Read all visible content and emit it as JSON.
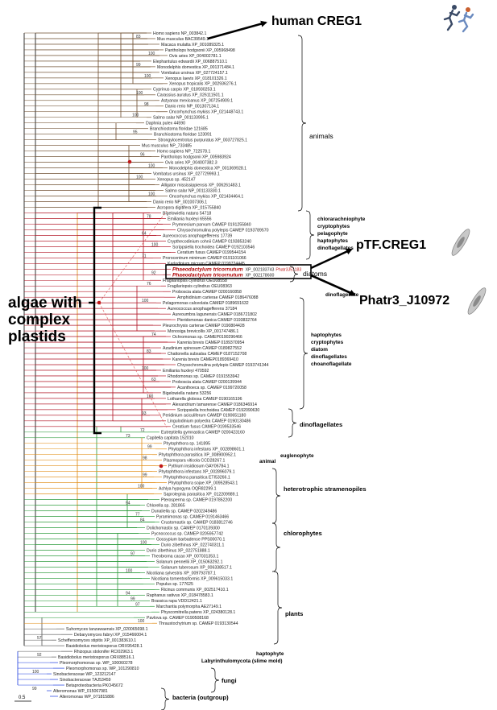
{
  "callouts": {
    "human": "human CREG1",
    "ptf": "pTF.CREG1",
    "phatr": "Phatr3_J10972",
    "algae": [
      "algae with",
      "complex",
      "plastids"
    ]
  },
  "colors": {
    "animals": "#6b4a2a",
    "algae": "#b01020",
    "green": "#2a9a3a",
    "oomycete": "#e08a10",
    "fungi": "#555555",
    "bacteria": "#1a3adf",
    "stem": "#000000"
  },
  "groups": [
    {
      "text": "animals",
      "style": "grp"
    },
    {
      "text": "chlorarachniophyte",
      "style": "grp-s"
    },
    {
      "text": "cryptophytes",
      "style": "grp-s"
    },
    {
      "text": "pelagophyte",
      "style": "grp-s"
    },
    {
      "text": "haptophytes",
      "style": "grp-s"
    },
    {
      "text": "dinoflagellates",
      "style": "grp-s"
    },
    {
      "text": "diatoms",
      "style": "grp"
    },
    {
      "text": "dinoflagellate",
      "style": "grp-s"
    },
    {
      "text": "haptophytes",
      "style": "grp-s"
    },
    {
      "text": "cryptophytes",
      "style": "grp-s"
    },
    {
      "text": "diatom",
      "style": "grp-s"
    },
    {
      "text": "dinoflagellates",
      "style": "grp-s"
    },
    {
      "text": "choanoflagellate",
      "style": "grp-s"
    },
    {
      "text": "dinoflagellates",
      "style": "grp-b"
    },
    {
      "text": "euglenophyte",
      "style": "grp-s"
    },
    {
      "text": "animal",
      "style": "grp-s"
    },
    {
      "text": "heterotrophic stramenopiles",
      "style": "grp-b"
    },
    {
      "text": "chlorophytes",
      "style": "grp-b"
    },
    {
      "text": "plants",
      "style": "grp-b"
    },
    {
      "text": "haptophyte",
      "style": "grp-s"
    },
    {
      "text": "Labyrinthulomycota (slime mold)",
      "style": "grp-s"
    },
    {
      "text": "fungi",
      "style": "grp-b"
    },
    {
      "text": "bacteria (outgroup)",
      "style": "grp-b"
    }
  ],
  "scale_label": "0.5",
  "leaves": [
    {
      "t": "Homo sapiens NP_003842.1",
      "c": "animals"
    },
    {
      "t": "Mus musculus BAC39549.1",
      "c": "animals"
    },
    {
      "t": "Macaca mulatta XP_001089325.1",
      "c": "animals"
    },
    {
      "t": "Pantholops hodgsonii XP_005968498",
      "c": "animals"
    },
    {
      "t": "Ovis aries XP_004002781.1",
      "c": "animals"
    },
    {
      "t": "Elephantulus edwardii XP_006887510.1",
      "c": "animals"
    },
    {
      "t": "Monodelphis domestica XP_001371484.1",
      "c": "animals"
    },
    {
      "t": "Vombatus ursinus XP_027724157.1",
      "c": "animals"
    },
    {
      "t": "Xenopus laevis XP_018101326.1",
      "c": "animals"
    },
    {
      "t": "Xenopus tropicalis XP_002936276.1",
      "c": "animals"
    },
    {
      "t": "Cyprinus carpio XP_018930253.1",
      "c": "animals"
    },
    {
      "t": "Carassius auratus XP_026111501.1",
      "c": "animals"
    },
    {
      "t": "Astyanax mexicanus XP_007254909.1",
      "c": "animals"
    },
    {
      "t": "Danio rerio NP_001307134.1",
      "c": "animals"
    },
    {
      "t": "Oncorhynchus mykiss XP_021448743.1",
      "c": "animals"
    },
    {
      "t": "Salmo salar NP_001133995.1",
      "c": "animals"
    },
    {
      "t": "Daphnia pulex 44590",
      "c": "animals"
    },
    {
      "t": "Branchiostoma floridae 121685",
      "c": "animals"
    },
    {
      "t": "Branchiostoma floridae 123091",
      "c": "animals"
    },
    {
      "t": "Strongylocentrotus purpuratus XP_003727825.1",
      "c": "animals"
    },
    {
      "t": "Mus musculus NP_733485",
      "c": "animals"
    },
    {
      "t": "Homo sapiens NP_722578.1",
      "c": "animals"
    },
    {
      "t": "Pantholops hodgsonii XP_005983924",
      "c": "animals"
    },
    {
      "t": "Ovis aries XP_004007382.3",
      "c": "animals"
    },
    {
      "t": "Monodelphis domestica XP_001369928.1",
      "c": "animals"
    },
    {
      "t": "Vombatus ursinus XP_027729993.1",
      "c": "animals"
    },
    {
      "t": "Xenopus sp. 452147",
      "c": "animals"
    },
    {
      "t": "Alligator mississippiensis XP_006261483.1",
      "c": "animals"
    },
    {
      "t": "Salmo salar NP_001133330.1",
      "c": "animals"
    },
    {
      "t": "Oncorhynchus mykiss XP_021434464.1",
      "c": "animals"
    },
    {
      "t": "Danio rerio NP_001007306.1",
      "c": "animals"
    },
    {
      "t": "Acropora digitifera XP_015755840",
      "c": "animals"
    },
    {
      "t": "Bigelowiella natans 54718",
      "c": "algae"
    },
    {
      "t": "Emiliania huxleyi 65556",
      "c": "algae"
    },
    {
      "t": "Prymnesium parvum CAMEP 0191255840",
      "c": "algae"
    },
    {
      "t": "Chrysochromulina polylepis CAMEP 0193789570",
      "c": "algae"
    },
    {
      "t": "Aureococcus anophagefferens 17739",
      "c": "algae"
    },
    {
      "t": "Crypthecodinium cohnii CAMEP 0193853240",
      "c": "algae"
    },
    {
      "t": "Scrippsiella trochoidea CAMEP 0192103546",
      "c": "algae"
    },
    {
      "t": "Ceratium fusus CAMEP 0199544154",
      "c": "algae"
    },
    {
      "t": "Prorocentrum minimum CAMEP 0191101066",
      "c": "algae"
    },
    {
      "t": "Karlodinium micrum CAMEP 0199724445",
      "c": "algae"
    },
    {
      "t": "Phaeodactylum tricornutum",
      "c": "hl",
      "acc": "XP_002183743",
      "extra": "Phatr3J51183"
    },
    {
      "t": "Phaeodactylum tricornutum",
      "c": "hl",
      "acc": "XP_002178600",
      "extra": ""
    },
    {
      "t": "Fragilariopsis cylindrus OEU08558",
      "c": "algae"
    },
    {
      "t": "Fragilariopsis cylindrus OEU08363",
      "c": "algae"
    },
    {
      "t": "Proboscia alata CAMEP 0200160858",
      "c": "algae"
    },
    {
      "t": "Amphidinium carterae CAMEP 0186476088",
      "c": "algae"
    },
    {
      "t": "Pelagomonas calceolata CAMEP 0189691632",
      "c": "algae"
    },
    {
      "t": "Aureococcus anophagefferens 37184",
      "c": "algae"
    },
    {
      "t": "Aureoumbra lagunensis CAMEP 0186721802",
      "c": "algae"
    },
    {
      "t": "Pteridomonas danica CAMEP 0193832764",
      "c": "algae"
    },
    {
      "t": "Pleurochrysis carterae CAMEP 0190804428",
      "c": "algae"
    },
    {
      "t": "Monosiga brevicollis XP_001747486.1",
      "c": "algae"
    },
    {
      "t": "Ochromonas sp. CAMEP0190296466",
      "c": "algae"
    },
    {
      "t": "Karenia brevis CAMEP 0189370954",
      "c": "algae"
    },
    {
      "t": "Azadinium spinosum CAMEP 0189827552",
      "c": "algae"
    },
    {
      "t": "Chattonella subsalsa CAMEP 0187152708",
      "c": "algae"
    },
    {
      "t": "Karenia brevis CAMEP0189369410",
      "c": "algae"
    },
    {
      "t": "Chrysochromulina polylepis CAMEP 0193741344",
      "c": "algae"
    },
    {
      "t": "Emiliania huxleyi 470592",
      "c": "algae"
    },
    {
      "t": "Rhodomonas sp. CAMEP 0191553942",
      "c": "algae"
    },
    {
      "t": "Proboscia alata CAMEP 0200139944",
      "c": "algae"
    },
    {
      "t": "Acanthoeca sp. CAMEP 0199720058",
      "c": "algae"
    },
    {
      "t": "Bigelowiella natans 53256",
      "c": "algae"
    },
    {
      "t": "Lotharella globosa CAMEP 0190165196",
      "c": "algae"
    },
    {
      "t": "Alexandrium tamarense CAMEP 0186346914",
      "c": "algae"
    },
    {
      "t": "Scrippsiella trochoidea CAMEP 0192090630",
      "c": "algae"
    },
    {
      "t": "Peridinium aciculiferum CAMEP 0190651180",
      "c": "algae"
    },
    {
      "t": "Lingulodinium polyedra CAMEP 0190130486",
      "c": "algae"
    },
    {
      "t": "Ceratium fusus CAMEP 0199533546",
      "c": "algae"
    },
    {
      "t": "Eutreptiella gymnastica CAMEP 0200423160",
      "c": "green"
    },
    {
      "t": "Capitella capitata 152010",
      "c": "green"
    },
    {
      "t": "Phytophthora sp. 141895",
      "c": "oomycete"
    },
    {
      "t": "Phytophthora infestans XP_002898601.1",
      "c": "oomycete"
    },
    {
      "t": "Phytophthora parasitica XP_008900952.1",
      "c": "oomycete"
    },
    {
      "t": "Plasmopara viticola CCD28267.1",
      "c": "oomycete"
    },
    {
      "t": "Pythium insidiosum GAY06784.1",
      "c": "oomycete"
    },
    {
      "t": "Phytophthora infestans XP_002896079.1",
      "c": "oomycete"
    },
    {
      "t": "Phytophthora parasitica ETI53266.1",
      "c": "oomycete"
    },
    {
      "t": "Phytophthora sojae XP_009528543.1",
      "c": "oomycete"
    },
    {
      "t": "Achlya hypogyna OQR82299.1",
      "c": "oomycete"
    },
    {
      "t": "Saprolegnia parasitica XP_012209989.1",
      "c": "oomycete"
    },
    {
      "t": "Pterosperma sp. CAMEP 0197852200",
      "c": "green"
    },
    {
      "t": "Chlorella sp. 281865",
      "c": "green"
    },
    {
      "t": "Dunaliella sp. CAMEP 0202349486",
      "c": "green"
    },
    {
      "t": "Pyramimonas sp. CAMEP 0191463466",
      "c": "green"
    },
    {
      "t": "Crustomastix sp. CAMEP 0183812746",
      "c": "green"
    },
    {
      "t": "Dolichomastix sp. CAMEP 0170139300",
      "c": "green"
    },
    {
      "t": "Pycnococcus sp. CAMEP 0205957742",
      "c": "green"
    },
    {
      "t": "Gossypium barbadense PPS00070.1",
      "c": "green"
    },
    {
      "t": "Durio zibethinus XP_022740311.1",
      "c": "green"
    },
    {
      "t": "Durio zibethinus XP_022751888.1",
      "c": "green"
    },
    {
      "t": "Theobroma cacao XP_007031353.1",
      "c": "green"
    },
    {
      "t": "Solanum pennellii XP_015063292.1",
      "c": "green"
    },
    {
      "t": "Solanum tuberosum XP_006338517.1",
      "c": "green"
    },
    {
      "t": "Nicotiana sylvestris XP_009793787.1",
      "c": "green"
    },
    {
      "t": "Nicotiana tomentosiformis XP_009615033.1",
      "c": "green"
    },
    {
      "t": "Populus sp. 177625",
      "c": "green"
    },
    {
      "t": "Ricinus communis XP_002517410.1",
      "c": "green"
    },
    {
      "t": "Raphanus sativus XP_018478583.1",
      "c": "green"
    },
    {
      "t": "Brassica rapa VDD12421.1",
      "c": "green"
    },
    {
      "t": "Marchantia polymorpha AE27149.1",
      "c": "green"
    },
    {
      "t": "Physcomitrella patens XP_024380128.1",
      "c": "green"
    },
    {
      "t": "Pavlova sp. CAMEP 0190508168",
      "c": "green"
    },
    {
      "t": "Thraustochytrium sp. CAMEP 0193130544",
      "c": "oomycete"
    },
    {
      "t": "Suhomyces tanzawaensis XP_020065698.1",
      "c": "fungi"
    },
    {
      "t": "Debaryomyces fabryi XP_015466004.1",
      "c": "fungi"
    },
    {
      "t": "Scheffersomyces stipitis XP_001383610.1",
      "c": "fungi"
    },
    {
      "t": "Basidiobolus meristosporus ORX95428.1",
      "c": "fungi"
    },
    {
      "t": "Rhizopus stolonifer RCI02963.1",
      "c": "fungi"
    },
    {
      "t": "Basidiobolus meristosporus ORX88516.1",
      "c": "fungi"
    },
    {
      "t": "Pleomorphomonas sp. WP_100060278",
      "c": "bacteria"
    },
    {
      "t": "Pleomorphomonas sp. WP_101290810",
      "c": "bacteria"
    },
    {
      "t": "Sinobacteraceae WP_123212147",
      "c": "bacteria"
    },
    {
      "t": "Sinobacteraceae TAJ53459",
      "c": "bacteria"
    },
    {
      "t": "Betaproteobacteria PKO45672",
      "c": "bacteria"
    },
    {
      "t": "Alteromonas WP_015067981",
      "c": "bacteria"
    },
    {
      "t": "Alteromonas WP_071815886",
      "c": "bacteria"
    }
  ],
  "bootstraps": [
    {
      "v": "83",
      "i": 1
    },
    {
      "v": "100",
      "i": 4
    },
    {
      "v": "99",
      "i": 6
    },
    {
      "v": "100",
      "i": 8
    },
    {
      "v": "100",
      "i": 11
    },
    {
      "v": "98",
      "i": 13
    },
    {
      "v": "100",
      "i": 15
    },
    {
      "v": "95",
      "i": 18
    },
    {
      "v": "96",
      "i": 22
    },
    {
      "v": "100",
      "i": 24
    },
    {
      "v": "100",
      "i": 26
    },
    {
      "v": "100",
      "i": 29
    },
    {
      "v": "78",
      "i": 33
    },
    {
      "v": "64",
      "i": 36
    },
    {
      "v": "100",
      "i": 38
    },
    {
      "v": "71",
      "i": 40
    },
    {
      "v": "92",
      "i": 43
    },
    {
      "v": "76",
      "i": 45
    },
    {
      "v": "100",
      "i": 48
    },
    {
      "v": "74",
      "i": 54
    },
    {
      "v": "83",
      "i": 57
    },
    {
      "v": "100",
      "i": 60
    },
    {
      "v": "63",
      "i": 62
    },
    {
      "v": "100",
      "i": 65
    },
    {
      "v": "93",
      "i": 68
    },
    {
      "v": "72",
      "i": 71
    },
    {
      "v": "73",
      "i": 72
    },
    {
      "v": "99",
      "i": 74
    },
    {
      "v": "98",
      "i": 76
    },
    {
      "v": "99",
      "i": 79
    },
    {
      "v": "100",
      "i": 81
    },
    {
      "v": "94",
      "i": 84
    },
    {
      "v": "84",
      "i": 87
    },
    {
      "v": "100",
      "i": 91
    },
    {
      "v": "97",
      "i": 93
    },
    {
      "v": "100",
      "i": 96
    },
    {
      "v": "94",
      "i": 100
    },
    {
      "v": "97",
      "i": 102
    },
    {
      "v": "77",
      "i": 86
    },
    {
      "v": "100",
      "i": 105
    },
    {
      "v": "57",
      "i": 108
    },
    {
      "v": "92",
      "i": 111
    },
    {
      "v": "99",
      "i": 101
    },
    {
      "v": "100",
      "i": 114
    },
    {
      "v": "99",
      "i": 117
    }
  ]
}
